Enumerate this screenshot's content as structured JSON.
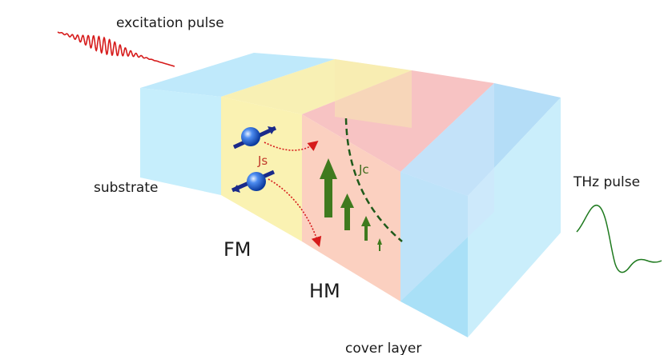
{
  "labels": {
    "excitation": "excitation pulse",
    "substrate": "substrate",
    "fm": "FM",
    "hm": "HM",
    "cover": "cover layer",
    "thz": "THz pulse",
    "js": "Js",
    "jc": "Jc"
  },
  "colors": {
    "substrate": "#bfe9fb",
    "fm": "#f8f0b4",
    "hm_top": "#f7c3c3",
    "hm_front": "#fbd6c3",
    "cover": "#a9ddf6",
    "laser": "#d61b1b",
    "spin_arrow": "#d61b1b",
    "jc_line": "#1f5a1a",
    "current_arrow": "#3f7a1e",
    "thz": "#1f7a1f",
    "spin_ball": "#1f5fd6",
    "spin_axis": "#1a2a8a"
  },
  "icons": [
    "laser-pulse-icon",
    "spin-up-icon",
    "spin-down-icon",
    "thz-waveform-icon"
  ]
}
